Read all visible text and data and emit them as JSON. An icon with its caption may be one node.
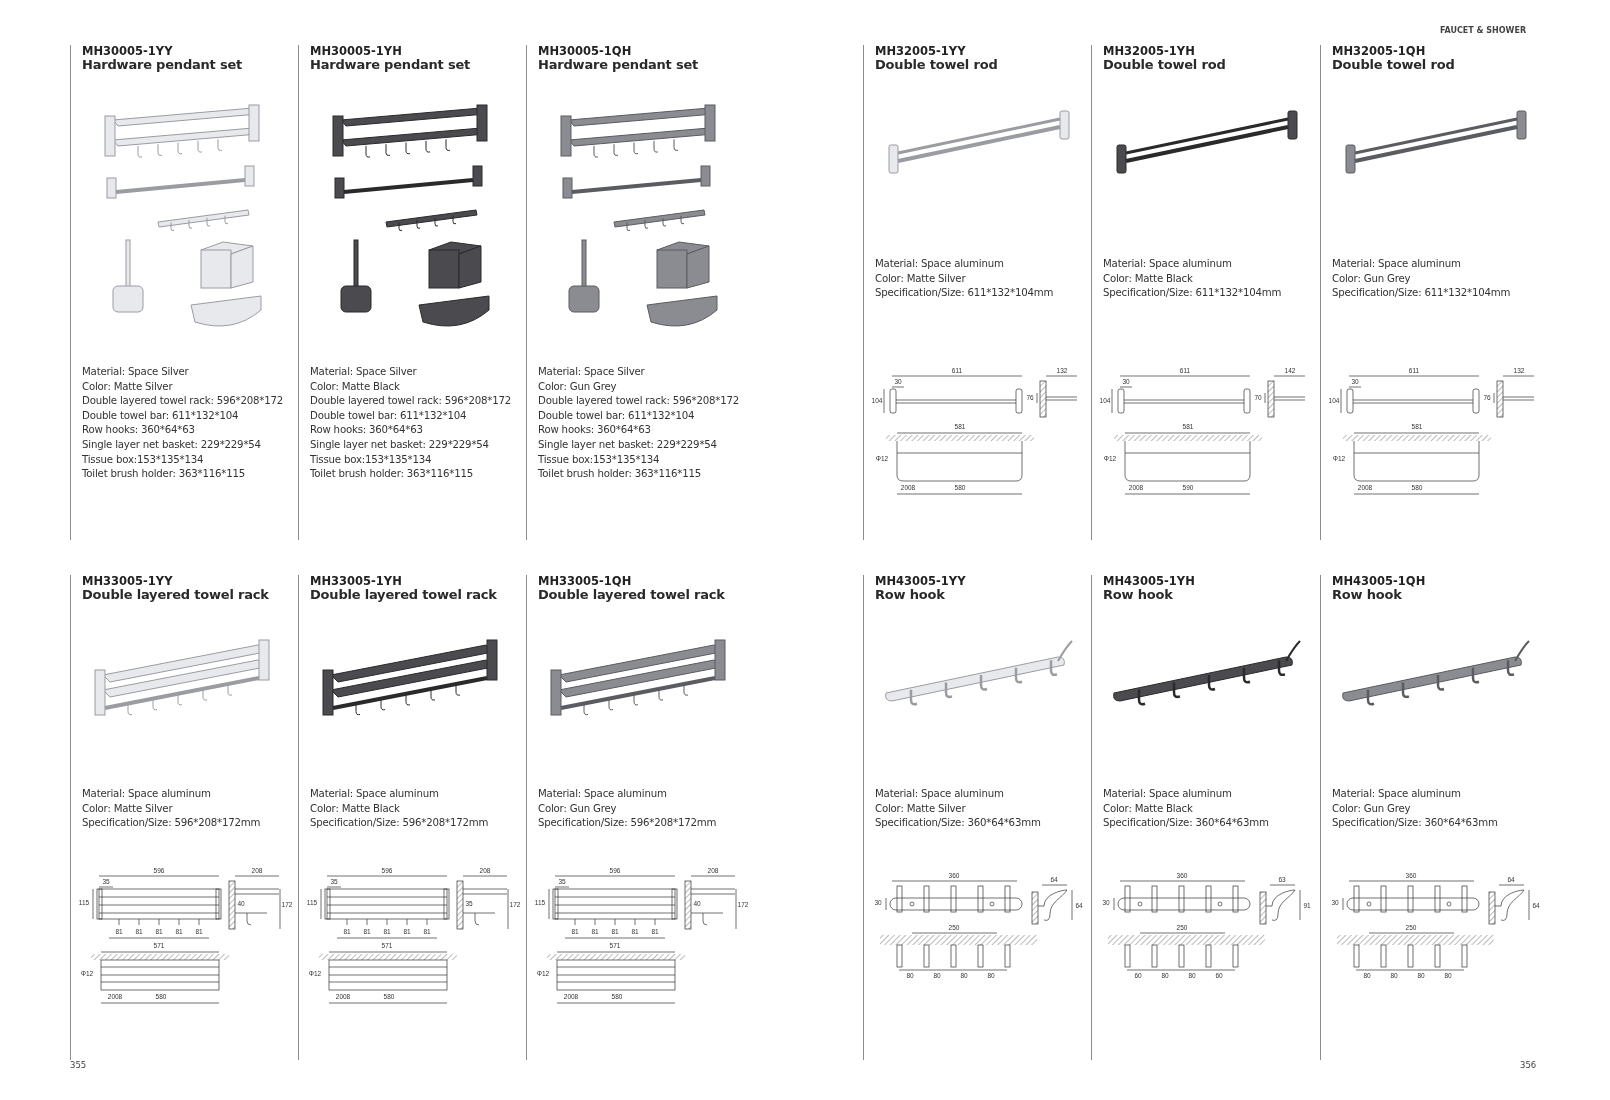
{
  "diagram": {
    "nodes": [
      {
        "text": [
          "MH30005-1YY",
          "Hardware pendant set",
          "Material: Space Silver",
          "Color: Matte Silver",
          "Double layered towel rack: 596*208*172",
          "Double towel bar: 611*132*104",
          "Row hooks: 360*64*63",
          "Single layer net basket: 229*229*54",
          "Tissue box:153*135*134",
          "Toilet brush holder: 363*116*115"
        ]
      },
      {
        "text": [
          "MH30005-1YH",
          "Hardware pendant set",
          "Material: Space Silver",
          "Color: Matte Black",
          "Double layered towel rack: 596*208*172",
          "Double towel bar: 611*132*104",
          "Row hooks: 360*64*63",
          "Single layer net basket: 229*229*54",
          "Tissue box:153*135*134",
          "Toilet brush holder: 363*116*115"
        ]
      },
      {
        "text": [
          "MH30005-1QH",
          "Hardware pendant set",
          "Material: Space Silver",
          "Color: Gun Grey",
          "Double layered towel rack: 596*208*172",
          "Double towel bar: 611*132*104",
          "Row hooks: 360*64*63",
          "Single layer net basket: 229*229*54",
          "Tissue box:153*135*134",
          "Toilet brush holder: 363*116*115"
        ]
      },
      {
        "text": [
          "MH32005-1YY",
          "Double towel rod",
          "Material: Space aluminum",
          "Color: Matte Silver",
          "Specification/Size: 611*132*104mm"
        ]
      },
      {
        "text": [
          "MH32005-1YH",
          "Double towel rod",
          "Material: Space aluminum",
          "Color: Matte Black",
          "Specification/Size: 611*132*104mm"
        ]
      },
      {
        "text": [
          "MH32005-1QH",
          "Double towel rod",
          "Material: Space aluminum",
          "Color: Gun Grey",
          "Specification/Size: 611*132*104mm"
        ]
      },
      {
        "text": [
          "MH33005-1YY",
          "Double layered towel rack",
          "Material: Space aluminum",
          "Color: Matte Silver",
          "Specification/Size: 596*208*172mm"
        ]
      },
      {
        "text": [
          "MH33005-1YH",
          "Double layered towel rack",
          "Material: Space aluminum",
          "Color: Matte Black",
          "Specification/Size: 596*208*172mm"
        ]
      },
      {
        "text": [
          "MH33005-1QH",
          "Double layered towel rack",
          "Material: Space aluminum",
          "Color: Gun Grey",
          "Specification/Size: 596*208*172mm"
        ]
      },
      {
        "text": [
          "MH43005-1YY",
          "Row hook",
          "Material: Space aluminum",
          "Color: Matte Silver",
          "Specification/Size: 360*64*63mm"
        ]
      },
      {
        "text": [
          "MH43005-1YH",
          "Row hook",
          "Material: Space aluminum",
          "Color: Matte Black",
          "Specification/Size: 360*64*63mm"
        ]
      },
      {
        "text": [
          "MH43005-1QH",
          "Row hook",
          "Material: Space aluminum",
          "Color: Gun Grey",
          "Specification/Size: 360*64*63mm"
        ]
      }
    ],
    "labels": [
      "FAUCET & SHOWER",
      "611",
      "30",
      "104",
      "132",
      "76",
      "581",
      "Φ12",
      "2008",
      "580",
      "611",
      "30",
      "104",
      "142",
      "70",
      "581",
      "Φ12",
      "2008",
      "590",
      "611",
      "30",
      "104",
      "132",
      "76",
      "581",
      "Φ12",
      "2008",
      "580",
      "596",
      "35",
      "115",
      "208",
      "40",
      "172",
      "81",
      "81",
      "81",
      "81",
      "81",
      "571",
      "Φ12",
      "2008",
      "580",
      "596",
      "35",
      "115",
      "208",
      "35",
      "172",
      "81",
      "81",
      "81",
      "81",
      "81",
      "571",
      "Φ12",
      "2008",
      "580",
      "596",
      "35",
      "115",
      "208",
      "40",
      "172",
      "81",
      "81",
      "81",
      "81",
      "81",
      "571",
      "Φ12",
      "2008",
      "580",
      "360",
      "30",
      "64",
      "64",
      "250",
      "80",
      "80",
      "80",
      "80",
      "360",
      "30",
      "63",
      "91",
      "250",
      "60",
      "80",
      "80",
      "60",
      "360",
      "30",
      "64",
      "64",
      "250",
      "80",
      "80",
      "80",
      "80",
      "355",
      "356"
    ]
  }
}
